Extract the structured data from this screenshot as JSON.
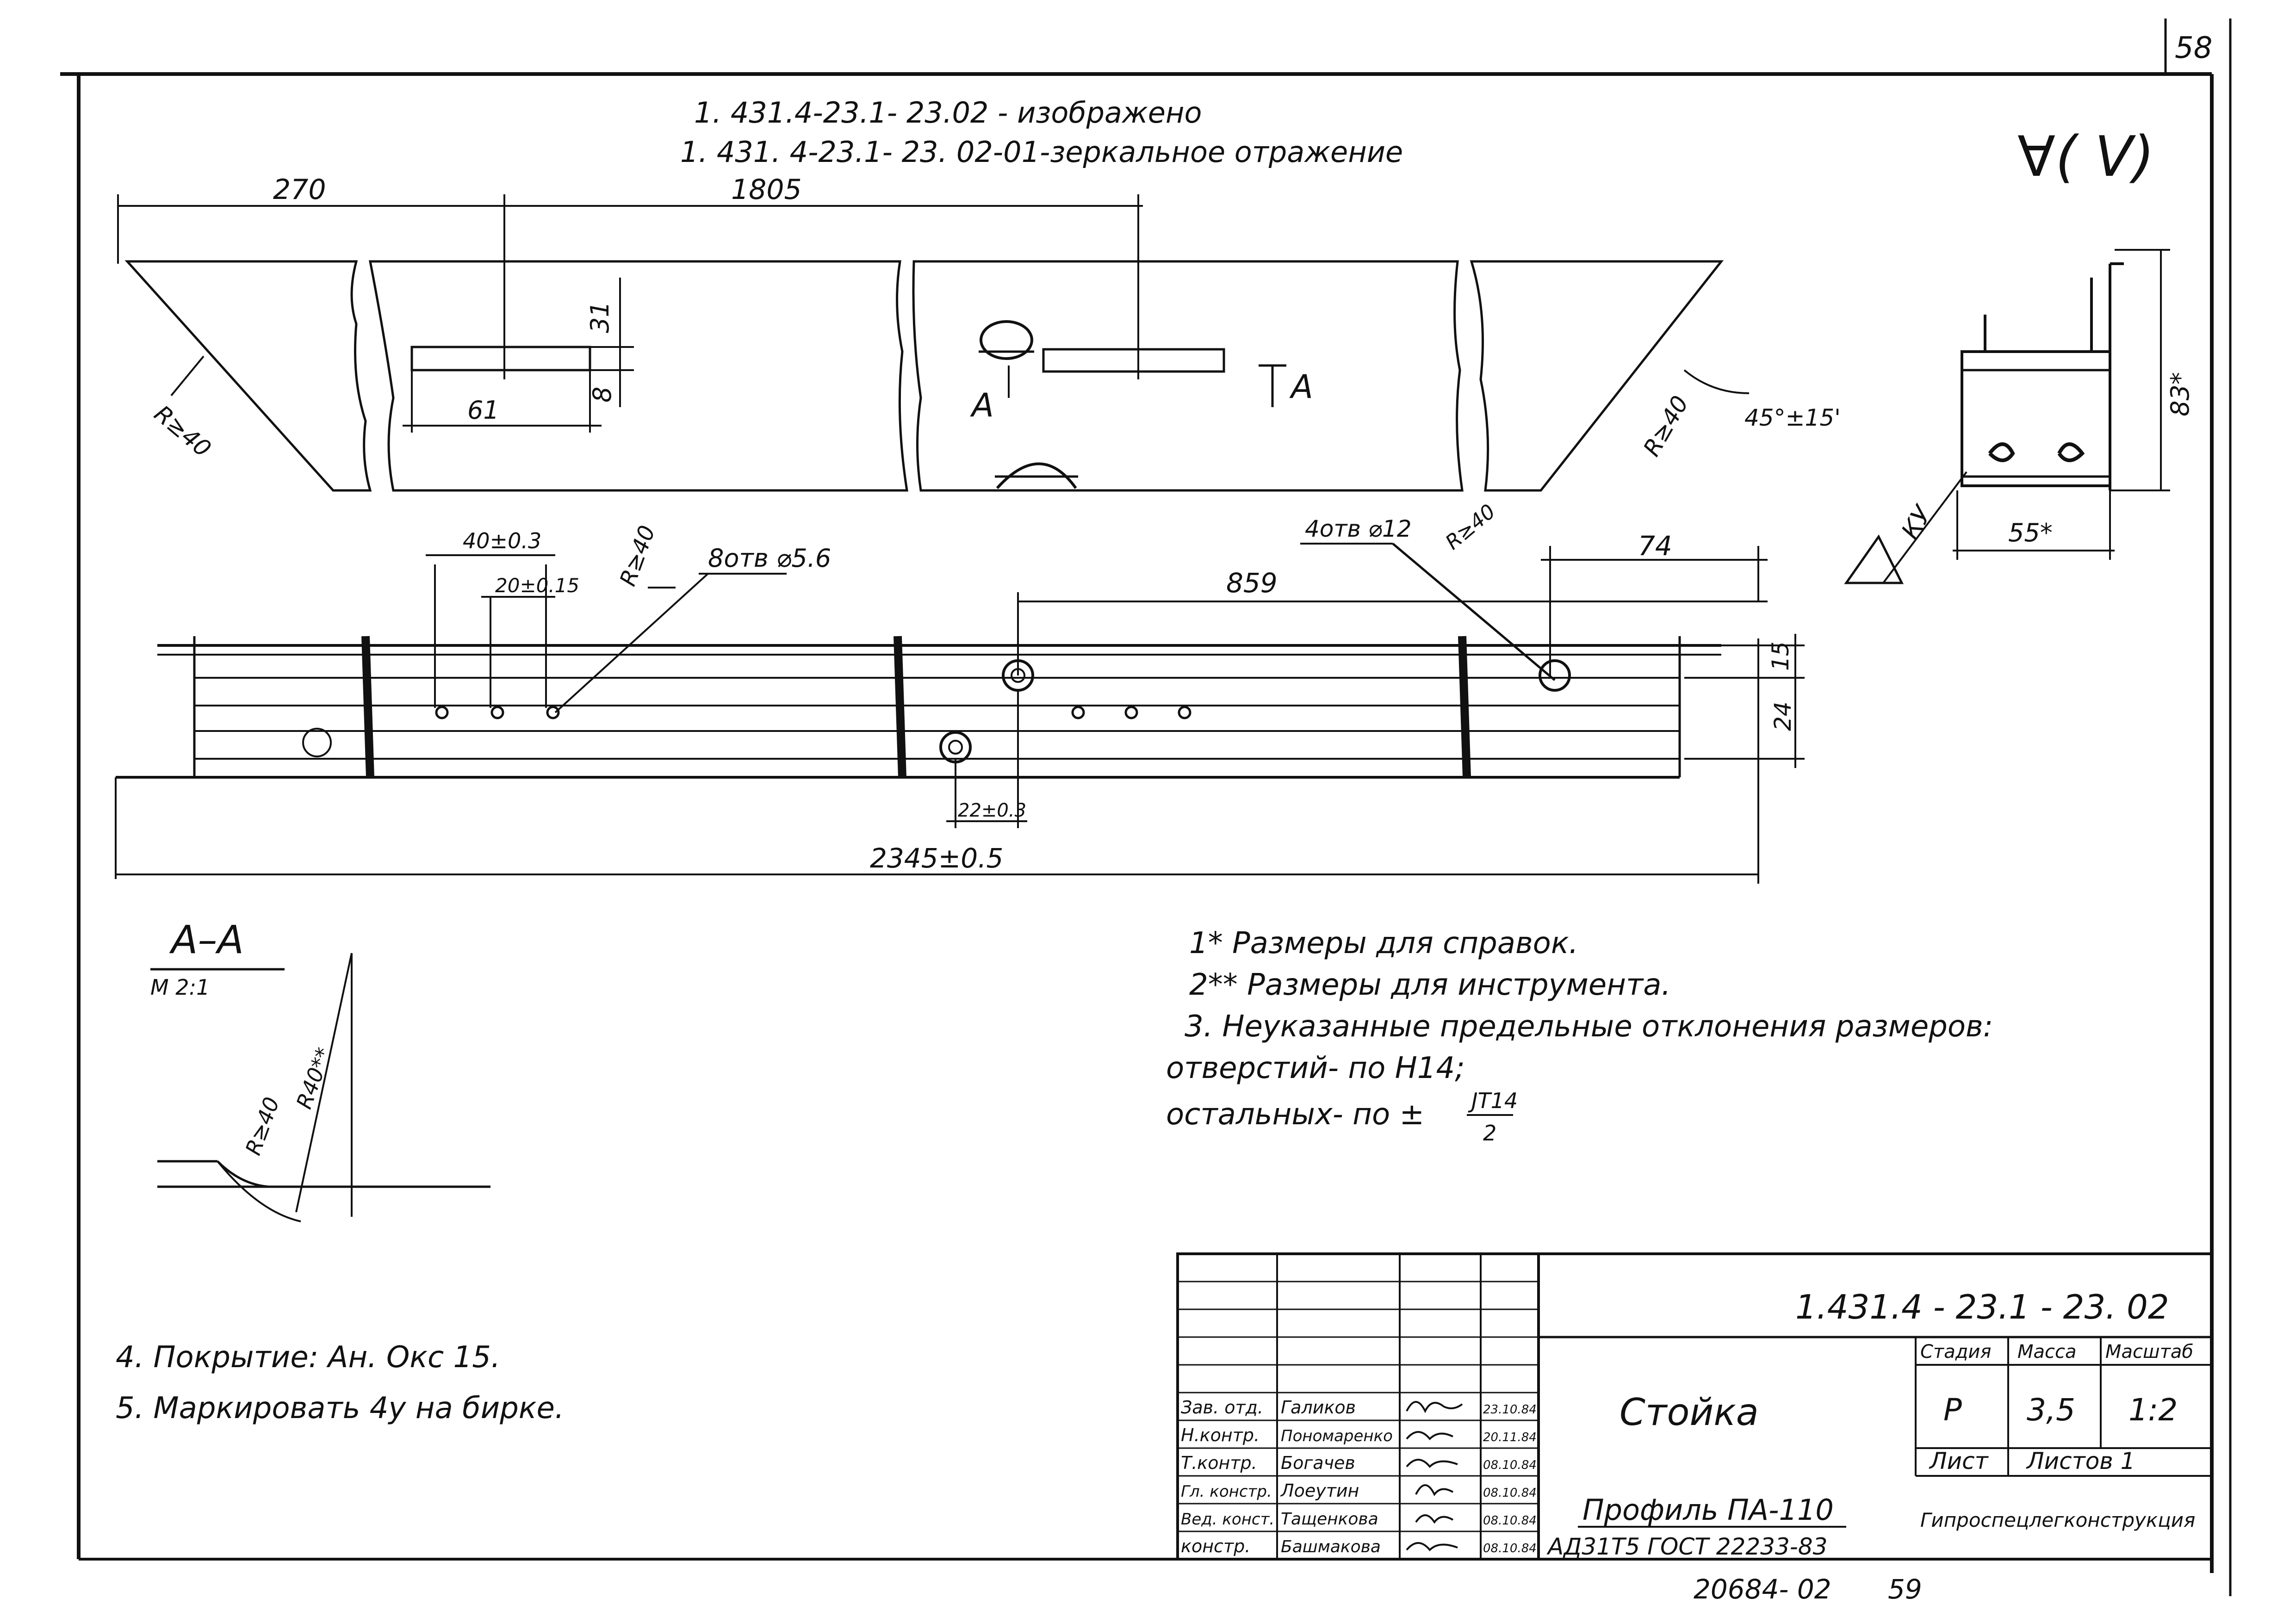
{
  "sheet_number": "58",
  "header": {
    "line1": "1. 431.4-23.1- 23.02 -  изображено",
    "line2": "1. 431. 4-23.1- 23. 02-01-зеркальное  отражение"
  },
  "roughness": "∀( V)",
  "top_view": {
    "dim_270": "270",
    "dim_1805": "1805",
    "dim_31": "31",
    "dim_8": "8",
    "dim_61": "61",
    "radius_left": "R≥40",
    "radius_right": "R≥40",
    "angle": "45°±15'",
    "section_mark": "A"
  },
  "profile_section": {
    "dim_83": "83*",
    "dim_55": "55*",
    "ku": "КУ"
  },
  "side_view": {
    "dim_40": "40±0.3",
    "dim_20": "20±0.15",
    "radius": "R≥40",
    "holes_8": "8отв ⌀5.6",
    "holes_4": "4отв ⌀12",
    "radius_right": "R≥40",
    "dim_74": "74",
    "dim_859": "859",
    "dim_15": "15",
    "dim_24": "24",
    "dim_22": "22±0.3",
    "dim_total": "2345±0.5"
  },
  "section_aa": {
    "title": "A–A",
    "scale": "М 2:1",
    "radius1": "R≥40",
    "radius2": "R40**"
  },
  "notes": {
    "n1": "1* Размеры для справок.",
    "n2": "2** Размеры для инструмента.",
    "n3": "3.  Неуказанные предельные отклонения размеров:",
    "n3a": "отверстий- по Н14;",
    "n3b_prefix": "остальных- по ±",
    "n3b_num": "JT14",
    "n3b_den": "2",
    "n4": "4. Покрытие:  Ан. Окс  15.",
    "n5": "5. Маркировать    4у   на    бирке."
  },
  "title_block": {
    "doc_code": "1.431.4 - 23.1 - 23. 02",
    "name": "Стойка",
    "col_stage": "Стадия",
    "col_mass": "Масса",
    "col_scale": "Масштаб",
    "stage": "Р",
    "mass": "3,5",
    "scale": "1:2",
    "sheet_label": "Лист",
    "sheets_label": "Листов 1",
    "material_line1": "Профиль ПА-110",
    "material_line2": "АД31Т5 ГОСТ 22233-83",
    "organization": "Гипроспецлегконструкция",
    "roles": [
      {
        "role": "Зав. отд.",
        "name": "Галиков",
        "date": "23.10.84"
      },
      {
        "role": "Н.контр.",
        "name": "Пономаренко",
        "date": "20.11.84"
      },
      {
        "role": "Т.контр.",
        "name": "Богачев",
        "date": "08.10.84"
      },
      {
        "role": "Гл. констр.",
        "name": "Лоеутин",
        "date": "08.10.84"
      },
      {
        "role": "Вед. конст.",
        "name": "Тащенкова",
        "date": "08.10.84"
      },
      {
        "role": "констр.",
        "name": "Башмакова",
        "date": "08.10.84"
      }
    ]
  },
  "footer": {
    "archive": "20684- 02",
    "page": "59"
  }
}
